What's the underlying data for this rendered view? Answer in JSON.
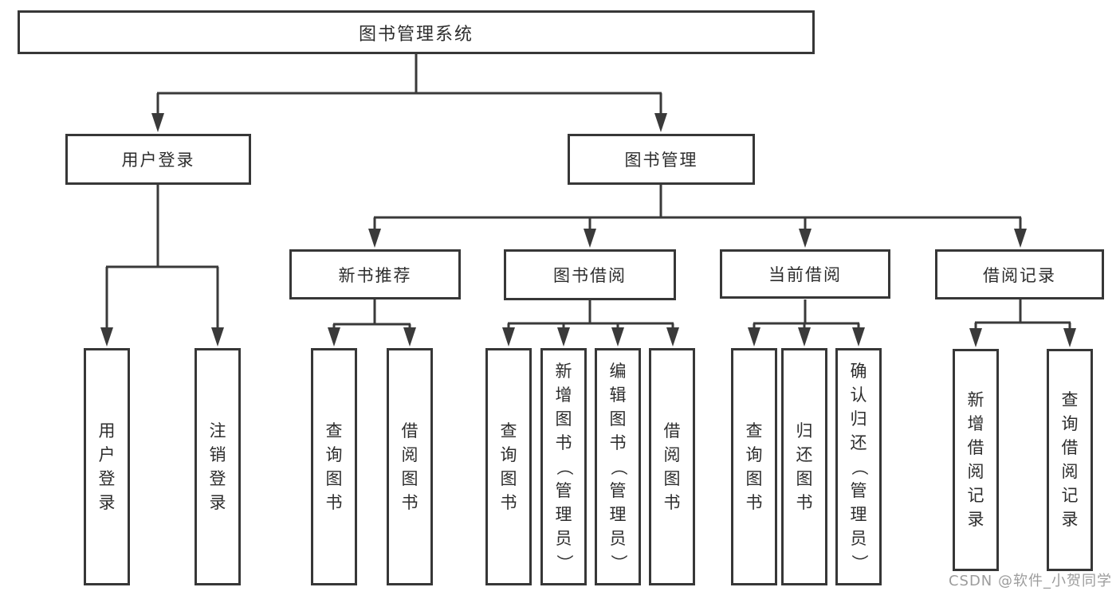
{
  "tree": {
    "root": {
      "label": "图书管理系统",
      "children": [
        {
          "label": "用户登录",
          "children": [
            {
              "label": "用户登录"
            },
            {
              "label": "注销登录"
            }
          ]
        },
        {
          "label": "图书管理",
          "children": [
            {
              "label": "新书推荐",
              "children": [
                {
                  "label": "查询图书"
                },
                {
                  "label": "借阅图书"
                }
              ]
            },
            {
              "label": "图书借阅",
              "children": [
                {
                  "label": "查询图书"
                },
                {
                  "label": "新增图书（管理员）"
                },
                {
                  "label": "编辑图书（管理员）"
                },
                {
                  "label": "借阅图书"
                }
              ]
            },
            {
              "label": "当前借阅",
              "children": [
                {
                  "label": "查询图书"
                },
                {
                  "label": "归还图书"
                },
                {
                  "label": "确认归还（管理员）"
                }
              ]
            },
            {
              "label": "借阅记录",
              "children": [
                {
                  "label": "新增借阅记录"
                },
                {
                  "label": "查询借阅记录"
                }
              ]
            }
          ]
        }
      ]
    }
  },
  "watermark": {
    "text": "CSDN @软件_小贺同学"
  },
  "colors": {
    "line": "#3a3a3a",
    "border": "#373737",
    "text": "#2d2d2d",
    "watermark": "#9c9c9c",
    "background": "#ffffff"
  }
}
